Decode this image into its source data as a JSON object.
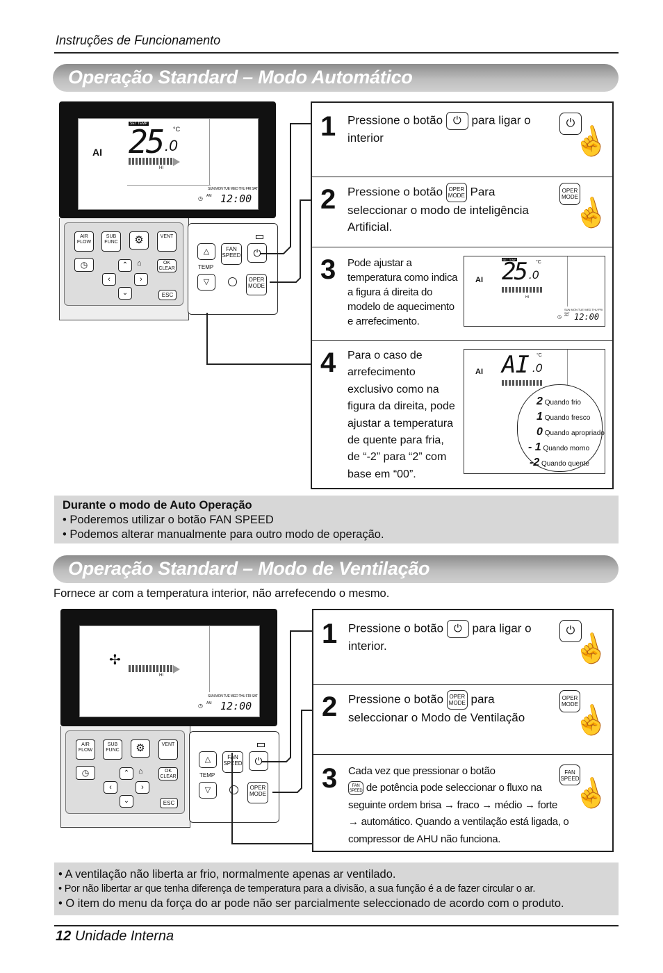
{
  "header": "Instruções de Funcionamento",
  "section1": {
    "title": "Operação Standard – Modo Automático",
    "steps": [
      {
        "num": "1",
        "pre": "Pressione o botão",
        "post": "para ligar o",
        "line2": "interior"
      },
      {
        "num": "2",
        "pre": "Pressione o botão",
        "post": "Para",
        "line2": "seleccionar o modo de inteligência",
        "line3": "Artificial."
      },
      {
        "num": "3",
        "lines": [
          "Pode ajustar a",
          "temperatura como indica",
          "a figura á direita do",
          "modelo de aquecimento",
          "e arrefecimento."
        ]
      },
      {
        "num": "4",
        "lines": [
          "Para o caso de",
          "arrefecimento",
          "exclusivo como na",
          "figura da direita, pode",
          "ajustar a temperatura",
          "de quente para fria,",
          "de “-2” para “2” com",
          "base em “00”."
        ]
      }
    ],
    "temp_labels": [
      {
        "value": "2",
        "label": "Quando frio"
      },
      {
        "value": "1",
        "label": "Quando fresco"
      },
      {
        "value": "0",
        "label": "Quando apropriado"
      },
      {
        "value": "- 1",
        "label": "Quando morno"
      },
      {
        "value": "-2",
        "label": "Quando quente"
      }
    ],
    "note_title": "Durante o modo de Auto Operação",
    "note_items": [
      "• Poderemos utilizar o botão FAN SPEED",
      "• Podemos alterar manualmente para outro modo de operação."
    ]
  },
  "section2": {
    "title": "Operação Standard – Modo de Ventilação",
    "intro": "Fornece ar com a temperatura interior, não arrefecendo o mesmo.",
    "steps": [
      {
        "num": "1",
        "pre": "Pressione o botão",
        "post": "para ligar o",
        "line2": "interior."
      },
      {
        "num": "2",
        "pre": "Pressione o botão",
        "post": "para",
        "line2": "seleccionar o Modo de Ventilação"
      },
      {
        "num": "3",
        "line1": "Cada vez que pressionar o botão",
        "line2": "de potência pode seleccionar o fluxo na",
        "line3": "seguinte ordem brisa → fraco → médio → forte",
        "line4": "→ automático. Quando a ventilação está ligada, o",
        "line5": "compressor de AHU não funciona."
      }
    ],
    "notes": [
      "• A ventilação não liberta ar frio, normalmente apenas ar ventilado.",
      "• Por não libertar ar que tenha diferença de temperatura para a divisão, a sua função é a de fazer circular o ar.",
      "• O item do menu da força do ar pode não ser parcialmente seleccionado de acordo com o produto."
    ]
  },
  "display": {
    "set_temp": "SET TEMP",
    "temp": "25",
    "decimal": ".0",
    "unit": "°C",
    "ai_temp": "AI",
    "ai_decimal": ".0",
    "fan_label": "HI",
    "am": "AM",
    "clock": "12:00",
    "days": "SUN MON TUE WED THU FRI SAT"
  },
  "remote_keys": {
    "air_flow": "AIR FLOW",
    "sub_func": "SUB FUNC",
    "vent": "VENT",
    "ok_clear": "OK CLEAR",
    "esc": "ESC",
    "fan_speed": "FAN SPEED",
    "temp": "TEMP",
    "oper_mode": "OPER MODE",
    "ai_icon": "AI"
  },
  "buttons": {
    "oper": "OPER",
    "mode": "MODE",
    "fan": "FAN",
    "speed": "SPEED"
  },
  "footer": {
    "page": "12",
    "label": "Unidade Interna"
  }
}
